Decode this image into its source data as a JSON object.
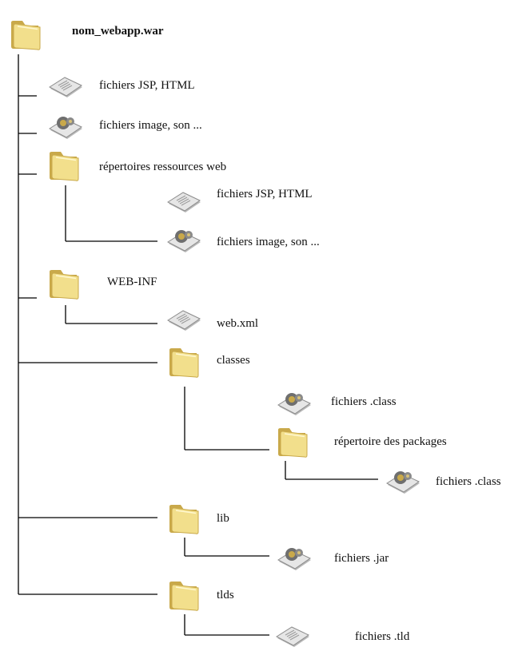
{
  "root": {
    "label": "nom_webapp.war"
  },
  "items": {
    "jsp_html": "fichiers JSP, HTML",
    "image_son": "fichiers image, son ...",
    "res_web": "répertoires ressources web",
    "res_jsp_html": "fichiers JSP, HTML",
    "res_image_son": "fichiers image, son ...",
    "webinf": "WEB-INF",
    "webxml": "web.xml",
    "classes": "classes",
    "classes_files": "fichiers .class",
    "packages": "répertoire des packages",
    "packages_files": "fichiers .class",
    "lib": "lib",
    "jar": "fichiers .jar",
    "tlds": "tlds",
    "tld": "fichiers .tld"
  },
  "colors": {
    "folder": "#f2df8c",
    "folder_dark": "#c9a94a",
    "doc": "#e6e6e6",
    "line": "#000000"
  }
}
